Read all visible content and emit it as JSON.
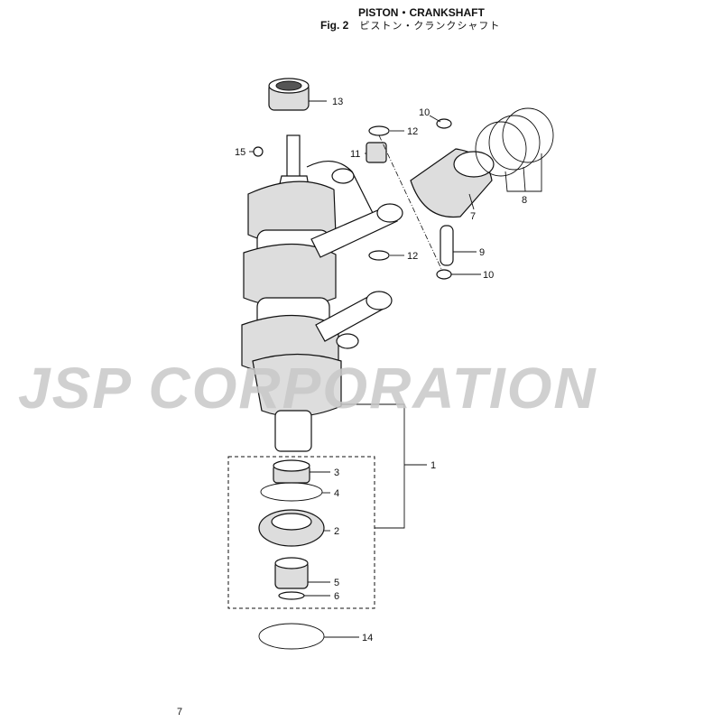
{
  "header": {
    "title_en": "PISTON・CRANKSHAFT",
    "fig_label": "Fig. 2",
    "title_jp": "ピストン・クランクシャフト"
  },
  "watermark": "JSP CORPORATION",
  "callouts": {
    "c13": "13",
    "c12a": "12",
    "c10a": "10",
    "c11": "11",
    "c15": "15",
    "c7": "7",
    "c8": "8",
    "c9": "9",
    "c12b": "12",
    "c10b": "10",
    "c1": "1",
    "c3": "3",
    "c4": "4",
    "c2": "2",
    "c5": "5",
    "c6": "6",
    "c14": "14"
  },
  "page_number": "7"
}
